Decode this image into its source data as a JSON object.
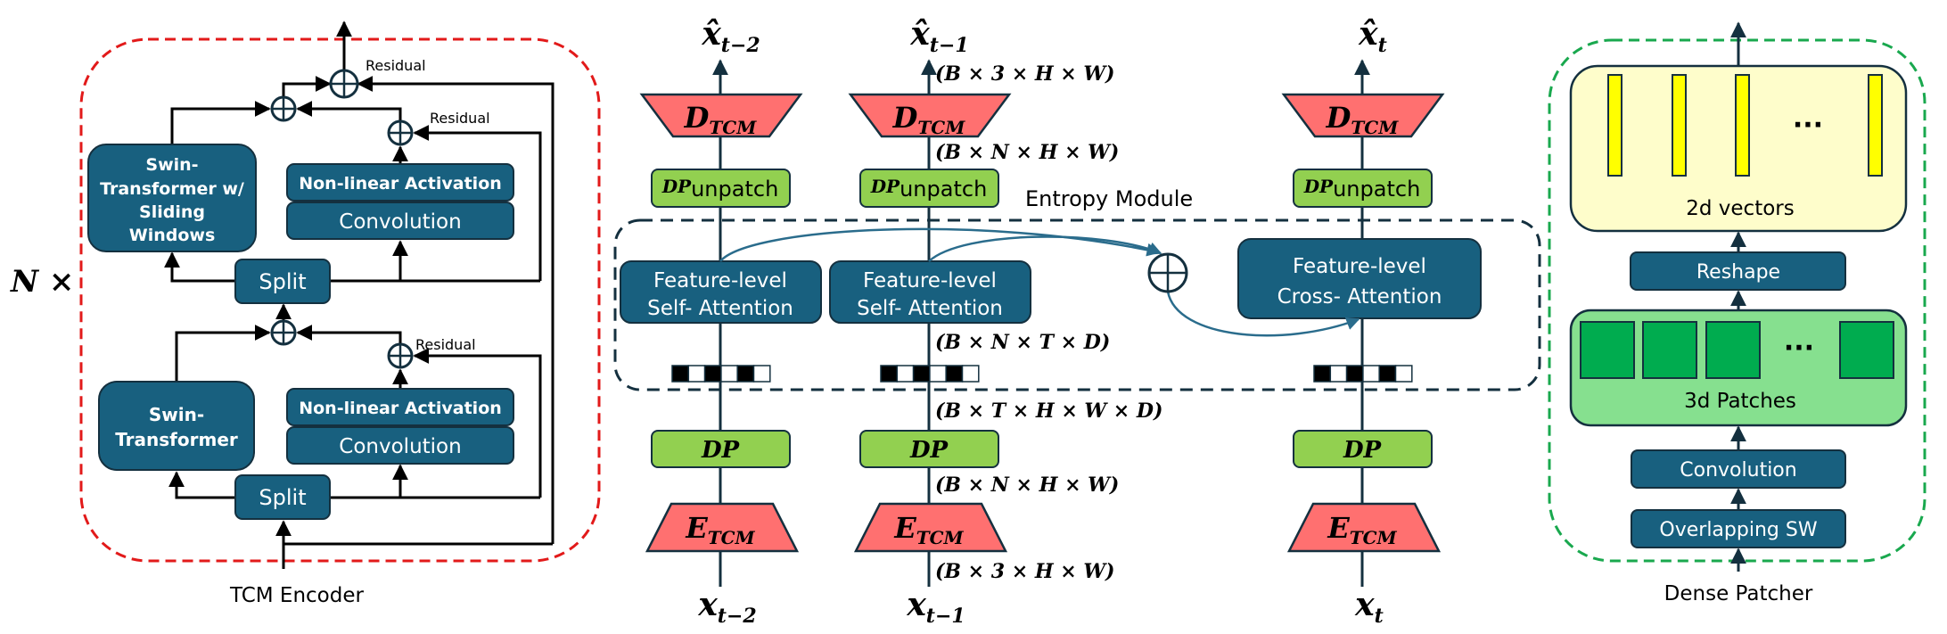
{
  "colors": {
    "block_fill": "#18607F",
    "block_stroke": "#14303F",
    "trapezoid_fill": "#FF7070",
    "dp_fill": "#92D050",
    "encoder_border": "#E21A1A",
    "patcher_border": "#19A84E",
    "entropy_border": "#14303F",
    "curve": "#2A6C8C",
    "vector_panel_fill": "#FEFDCB",
    "vector_bar_fill": "#FFFF00",
    "patch_panel_fill": "#86E08F",
    "patch_square_fill": "#00AC4F"
  },
  "encoder": {
    "repeat_label": "N ×",
    "caption": "TCM Encoder",
    "upper_block": {
      "swin_lines": [
        "Swin-",
        "Transformer w/",
        "Sliding",
        "Windows"
      ],
      "activation": "Non-linear Activation",
      "convolution": "Convolution",
      "split": "Split",
      "residual_labels": [
        "Residual",
        "Residual"
      ]
    },
    "lower_block": {
      "swin_lines": [
        "Swin-",
        "Transformer"
      ],
      "activation": "Non-linear Activation",
      "convolution": "Convolution",
      "split": "Split",
      "residual_labels": [
        "Residual"
      ]
    }
  },
  "pipeline": {
    "entropy_module_label": "Entropy Module",
    "columns": [
      {
        "output": {
          "base": "x̂",
          "sub": "t−2"
        },
        "input": {
          "base": "x",
          "sub": "t−2"
        },
        "decoder": {
          "base": "D",
          "sub": "TCM"
        },
        "encoder": {
          "base": "E",
          "sub": "TCM"
        },
        "unpatch": {
          "base": "DP",
          "sub": "unpatch"
        },
        "patch": "DP",
        "attention": [
          "Feature-level",
          "Self- Attention"
        ]
      },
      {
        "output": {
          "base": "x̂",
          "sub": "t−1"
        },
        "input": {
          "base": "x",
          "sub": "t−1"
        },
        "decoder": {
          "base": "D",
          "sub": "TCM"
        },
        "encoder": {
          "base": "E",
          "sub": "TCM"
        },
        "unpatch": {
          "base": "DP",
          "sub": "unpatch"
        },
        "patch": "DP",
        "attention": [
          "Feature-level",
          "Self- Attention"
        ]
      },
      {
        "output": {
          "base": "x̂",
          "sub": "t"
        },
        "input": {
          "base": "x",
          "sub": "t"
        },
        "decoder": {
          "base": "D",
          "sub": "TCM"
        },
        "encoder": {
          "base": "E",
          "sub": "TCM"
        },
        "unpatch": {
          "base": "DP",
          "sub": "unpatch"
        },
        "patch": "DP",
        "attention": [
          "Feature-level",
          "Cross- Attention"
        ]
      }
    ],
    "shape_labels": {
      "decoder_output": "(B × 3 × H × W)",
      "decoder_input": "(B × N × H × W)",
      "attention_output": "(B × N × T × D)",
      "patch_output": "(B × T × H × W × D)",
      "encoder_output": "(B × N × H × W)",
      "encoder_input": "(B × 3 × H × W)"
    },
    "token_strip_pattern": [
      "black",
      "white",
      "black",
      "white",
      "black",
      "white"
    ]
  },
  "patcher": {
    "caption": "Dense Patcher",
    "vectors_label": "2d vectors",
    "reshape": "Reshape",
    "patches_label": "3d Patches",
    "convolution": "Convolution",
    "sliding_window": "Overlapping SW",
    "ellipsis": "···",
    "vector_count_shown": 4,
    "patch_count_shown": 4
  }
}
